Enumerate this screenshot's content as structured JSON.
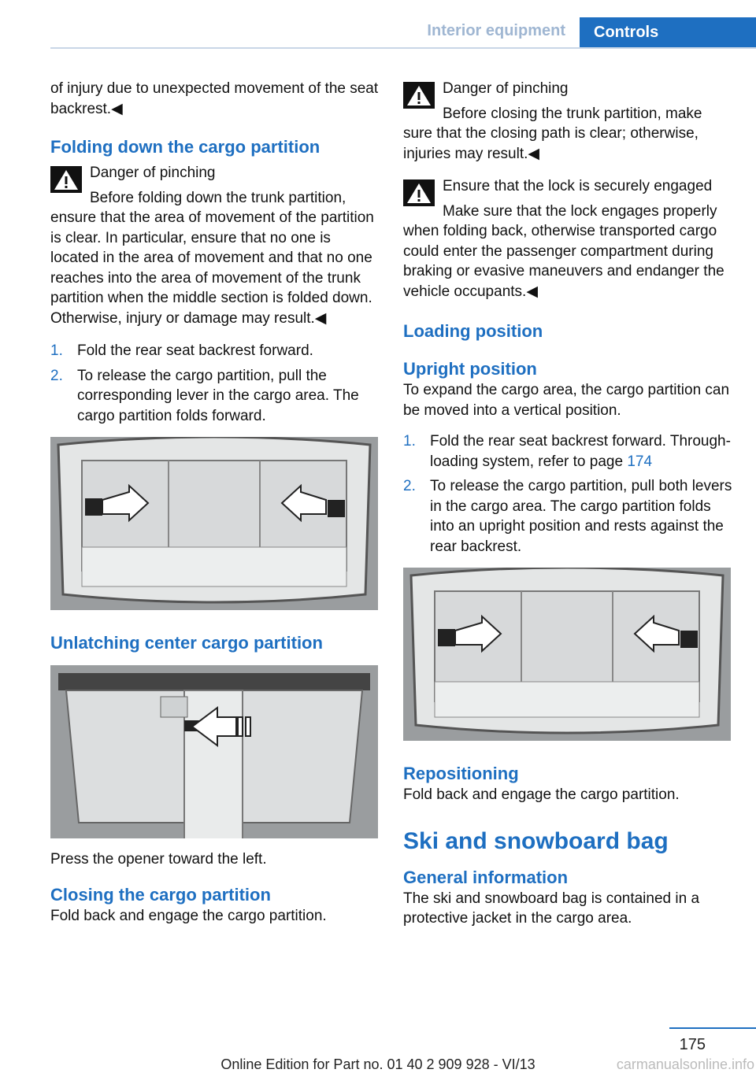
{
  "header": {
    "section": "Interior equipment",
    "tab": "Controls"
  },
  "left": {
    "intro_text": "of injury due to unexpected movement of the seat backrest.◀",
    "h_folding": "Folding down the cargo partition",
    "warn1_title": "Danger of pinching",
    "warn1_body": "Before folding down the trunk partition, ensure that the area of movement of the partition is clear. In particular, ensure that no one is located in the area of movement and that no one reaches into the area of movement of the trunk partition when the middle section is folded down. Otherwise, injury or damage may result.◀",
    "steps": [
      {
        "num": "1.",
        "text": "Fold the rear seat backrest forward."
      },
      {
        "num": "2.",
        "text": "To release the cargo partition, pull the corresponding lever in the cargo area. The cargo partition folds forward."
      }
    ],
    "h_unlatching": "Unlatching center cargo partition",
    "press_text": "Press the opener toward the left.",
    "h_closing": "Closing the cargo partition",
    "closing_text": "Fold back and engage the cargo partition."
  },
  "right": {
    "warn2_title": "Danger of pinching",
    "warn2_body": "Before closing the trunk partition, make sure that the closing path is clear; otherwise, injuries may result.◀",
    "warn3_title": "Ensure that the lock is securely engaged",
    "warn3_body": "Make sure that the lock engages properly when folding back, otherwise transported cargo could enter the passenger compartment during braking or evasive maneuvers and endanger the vehicle occupants.◀",
    "h_loading": "Loading position",
    "h_upright": "Upright position",
    "upright_text": "To expand the cargo area, the cargo partition can be moved into a vertical position.",
    "step1_num": "1.",
    "step1_text": "Fold the rear seat backrest forward. Through-loading system, refer to page ",
    "step1_link": "174",
    "step2_num": "2.",
    "step2_text": "To release the cargo partition, pull both levers in the cargo area. The cargo partition folds into an upright position and rests against the rear backrest.",
    "h_repositioning": "Repositioning",
    "repositioning_text": "Fold back and engage the cargo partition.",
    "h_ski": "Ski and snowboard bag",
    "h_general": "General information",
    "general_text": "The ski and snowboard bag is contained in a protective jacket in the cargo area."
  },
  "footer": {
    "page_number": "175",
    "edition": "Online Edition for Part no. 01 40 2 909 928 - VI/13",
    "watermark": "carmanualsonline.info"
  },
  "icons": {
    "warning": "warning-triangle-icon",
    "arrow": "arrow-icon"
  }
}
